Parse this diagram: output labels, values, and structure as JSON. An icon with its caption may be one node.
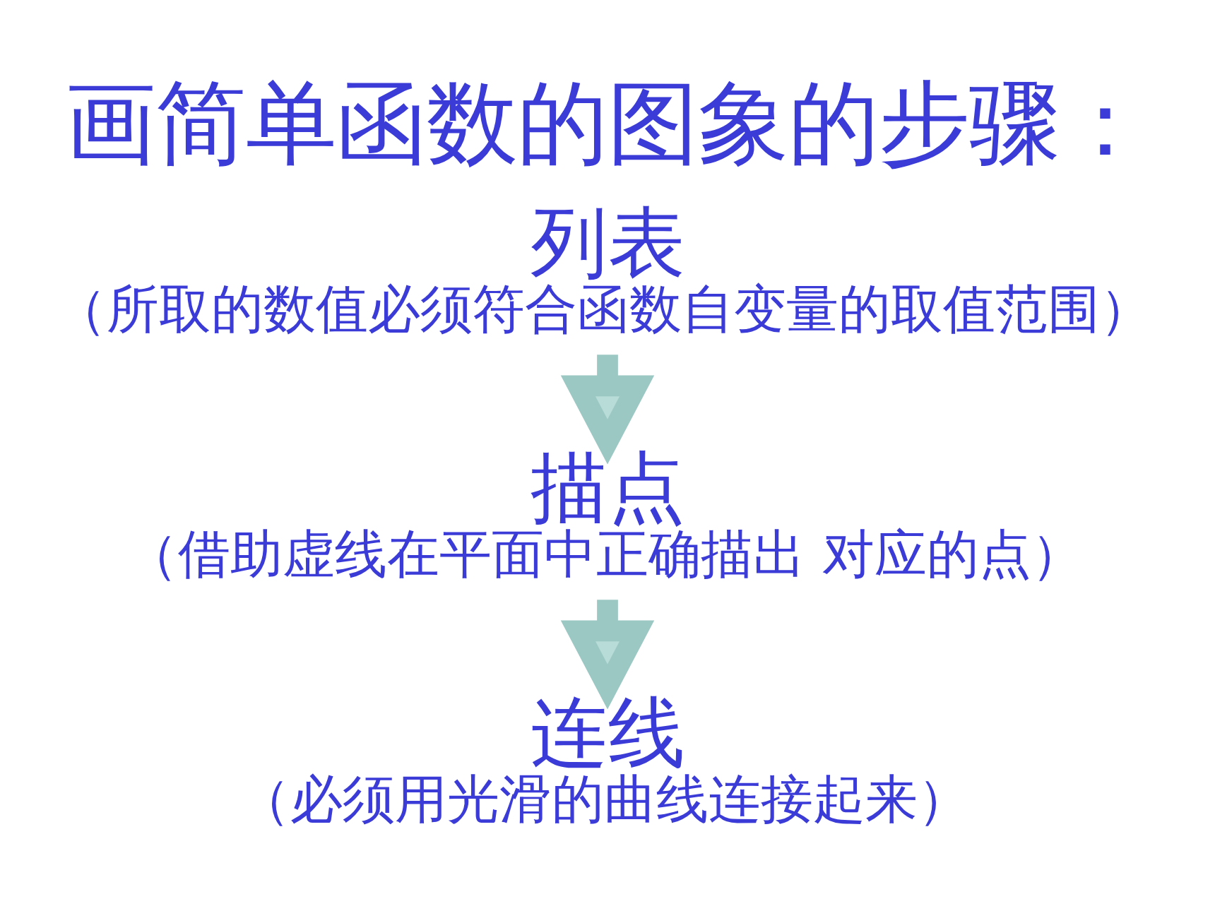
{
  "diagram": {
    "title": "画简单函数的图象的步骤：",
    "nodes": [
      {
        "text": [
          "列表",
          "（所取的数值必须符合函数自变量的取值范围）"
        ]
      },
      {
        "text": [
          "描点",
          "（借助虚线在平面中正确描出 对应的点）"
        ]
      },
      {
        "text": [
          "连线",
          "（必须用光滑的曲线连接起来）"
        ]
      }
    ],
    "edges": [
      {
        "from": 0,
        "to": 1,
        "arrow": "to"
      },
      {
        "from": 1,
        "to": 2,
        "arrow": "to"
      }
    ]
  }
}
